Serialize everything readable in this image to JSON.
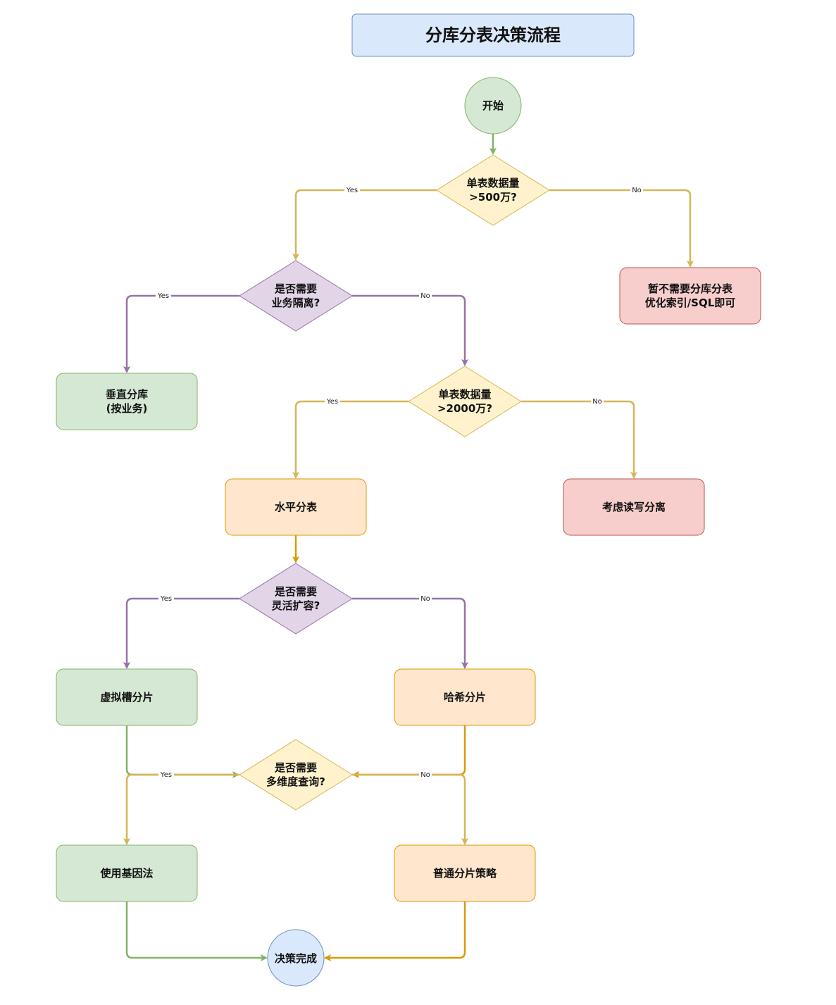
{
  "title": "分库分表决策流程",
  "colors": {
    "green_fill": "#d5e8d4",
    "green_stroke": "#82b366",
    "yellow_fill": "#fff2cc",
    "yellow_stroke": "#d6b656",
    "purple_fill": "#e1d5e7",
    "purple_stroke": "#9673a6",
    "red_fill": "#f8cecc",
    "red_stroke": "#b85450",
    "orange_fill": "#ffe6cc",
    "orange_stroke": "#d79b00",
    "blue_fill": "#dae8fc",
    "blue_stroke": "#6c8ebf"
  },
  "nodes": {
    "start": {
      "lines": [
        "开始"
      ]
    },
    "q_500w": {
      "lines": [
        "单表数据量",
        ">500万?"
      ]
    },
    "no_sharding": {
      "lines": [
        "暂不需要分库分表",
        "优化索引/SQL即可"
      ]
    },
    "q_isolation": {
      "lines": [
        "是否需要",
        "业务隔离?"
      ]
    },
    "vertical": {
      "lines": [
        "垂直分库",
        "(按业务)"
      ]
    },
    "q_2000w": {
      "lines": [
        "单表数据量",
        ">2000万?"
      ]
    },
    "horizontal": {
      "lines": [
        "水平分表"
      ]
    },
    "rw_split": {
      "lines": [
        "考虑读写分离"
      ]
    },
    "q_scale": {
      "lines": [
        "是否需要",
        "灵活扩容?"
      ]
    },
    "virtual_slot": {
      "lines": [
        "虚拟槽分片"
      ]
    },
    "hash": {
      "lines": [
        "哈希分片"
      ]
    },
    "q_multidim": {
      "lines": [
        "是否需要",
        "多维度查询?"
      ]
    },
    "gene": {
      "lines": [
        "使用基因法"
      ]
    },
    "normal": {
      "lines": [
        "普通分片策略"
      ]
    },
    "end": {
      "lines": [
        "决策完成"
      ]
    }
  },
  "edge_labels": {
    "yes": "Yes",
    "no": "No"
  }
}
